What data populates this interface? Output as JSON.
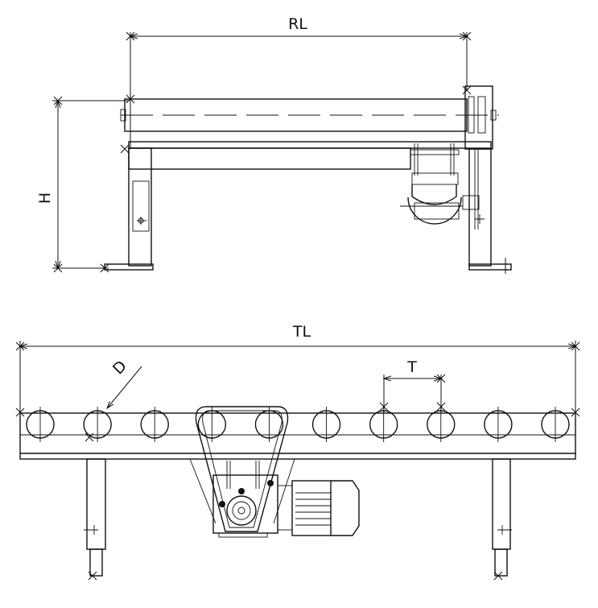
{
  "side_view": {
    "length_label": "RL",
    "height_label": "H"
  },
  "top_view": {
    "length_label": "TL",
    "diameter_label": "D",
    "pitch_label": "T",
    "roller_count": 10
  },
  "colors": {
    "line": "#111111",
    "background": "#ffffff"
  }
}
